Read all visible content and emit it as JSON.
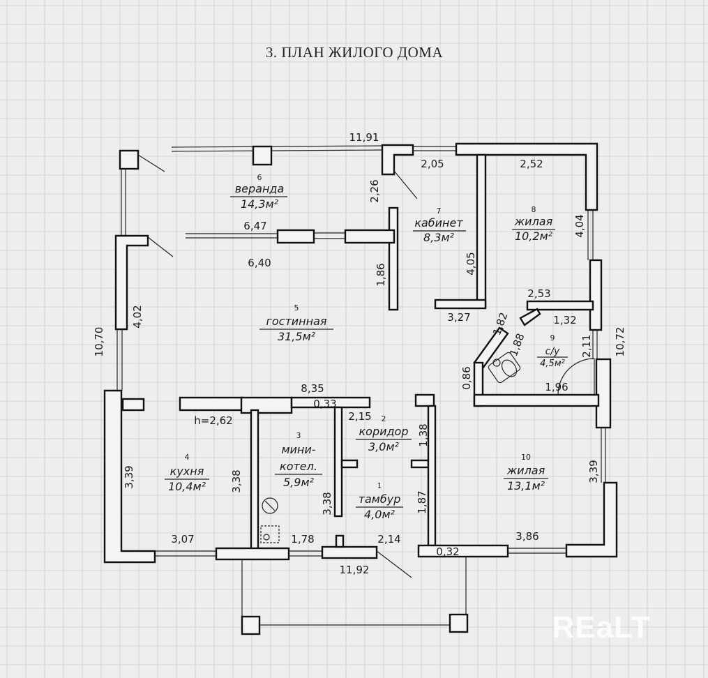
{
  "title": "3. ПЛАН ЖИЛОГО ДОМА",
  "rooms": [
    {
      "num": "6",
      "name": "веранда",
      "area": "14,3м²"
    },
    {
      "num": "7",
      "name": "кабинет",
      "area": "8,3м²"
    },
    {
      "num": "8",
      "name": "жилая",
      "area": "10,2м²"
    },
    {
      "num": "5",
      "name": "гостинная",
      "area": "31,5м²"
    },
    {
      "num": "9",
      "name": "с/у",
      "area": "4,5м²"
    },
    {
      "num": "2",
      "name": "коридор",
      "area": "3,0м²"
    },
    {
      "num": "3",
      "name1": "мини-",
      "name2": "котел.",
      "area": "5,9м²"
    },
    {
      "num": "4",
      "name": "кухня",
      "area": "10,4м²"
    },
    {
      "num": "1",
      "name": "тамбур",
      "area": "4,0м²"
    },
    {
      "num": "10",
      "name": "жилая",
      "area": "13,1м²"
    }
  ],
  "dims": {
    "top_total": "11,91",
    "cab_top": "2,05",
    "r8_top": "2,52",
    "ver_h": "2,26",
    "ver_w": "6,47",
    "liv_top": "6,40",
    "liv_wall": "1,86",
    "left_total": "10,70",
    "left_upper": "4,02",
    "r8_side": "4,04",
    "cab_side": "4,05",
    "cab_bottom": "3,27",
    "bath_top": "2,53",
    "bath_a": "1,82",
    "bath_b": "1,32",
    "bath_c": "1,88",
    "bath_d": "0,86",
    "bath_e": "2,11",
    "right_total": "10,72",
    "bath_bottom": "1,96",
    "mid_wall": "8,35",
    "mid_wall_b": "0,33",
    "height": "h=2,62",
    "cor_w": "2,15",
    "cor_side": "1,38",
    "kit_left": "3,39",
    "kit_right": "3,38",
    "boiler_side": "3,38",
    "tam_side": "1,87",
    "r10_side": "3,39",
    "kit_bottom": "3,07",
    "boil_bottom": "1,78",
    "tam_bottom": "2,14",
    "r10_bottom": "3,86",
    "bottom_total": "11,92",
    "r10_wall": "0,32"
  },
  "watermark": "REaLT"
}
